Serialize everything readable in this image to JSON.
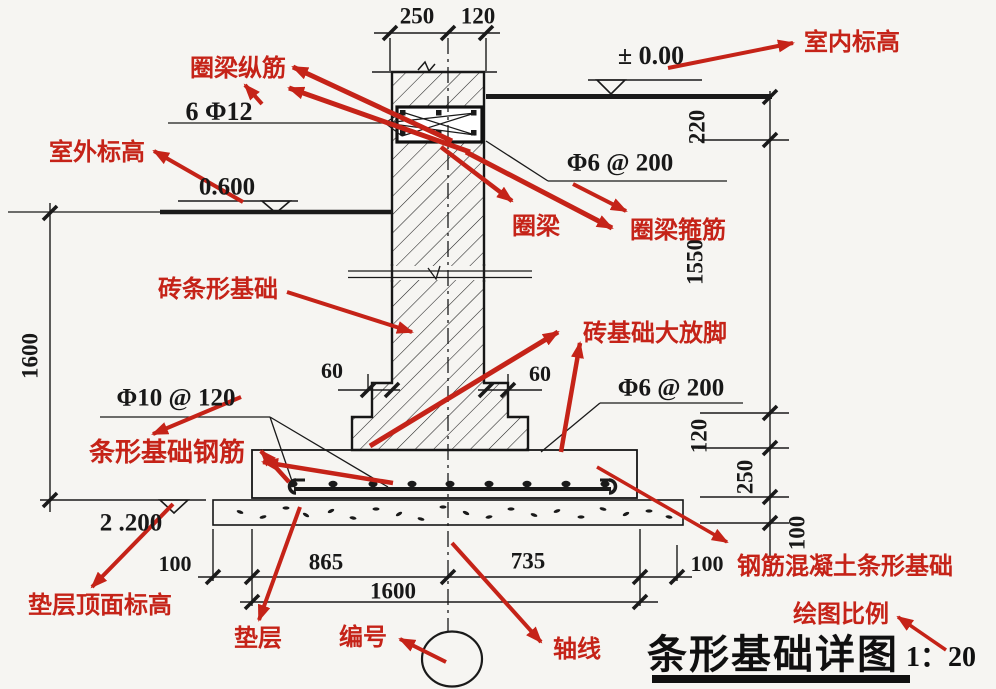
{
  "colors": {
    "annotation_red": "#c52318",
    "ink": "#1a1a1a",
    "paper": "#f6f5f2"
  },
  "title": {
    "text": "条形基础详图",
    "scale": "1：20"
  },
  "red_labels": {
    "indoor_level": "室内标高",
    "ring_beam_longitudinal_bars": "圈梁纵筋",
    "outdoor_level": "室外标高",
    "ring_beam": "圈梁",
    "ring_beam_stirrups": "圈梁箍筋",
    "brick_strip_foundation": "砖条形基础",
    "brick_foundation_stepped_footing": "砖基础大放脚",
    "strip_foundation_rebar": "条形基础钢筋",
    "cushion_top_level": "垫层顶面标高",
    "cushion_layer": "垫层",
    "axis_number": "编号",
    "axis_line": "轴线",
    "rc_strip_foundation": "钢筋混凝土条形基础",
    "drawing_scale": "绘图比例"
  },
  "rebar_specs": {
    "ring_beam_bars": "6 Φ12",
    "ring_beam_stirrups": "Φ6 @ 200",
    "footing_main_bars": "Φ10 @ 120",
    "footing_distribution_bars": "Φ6 @ 200"
  },
  "levels": {
    "indoor": "± 0.00",
    "outdoor": "0.600",
    "cushion_top": "2 .200"
  },
  "dimensions": {
    "wall_left": "250",
    "wall_right": "120",
    "right_chain": [
      "220",
      "1550",
      "120",
      "250",
      "100"
    ],
    "bottom_chain": [
      "100",
      "865",
      "735",
      "100"
    ],
    "footing_width": "1600",
    "left_total": "1600",
    "step_left": "60",
    "step_right": "60"
  }
}
